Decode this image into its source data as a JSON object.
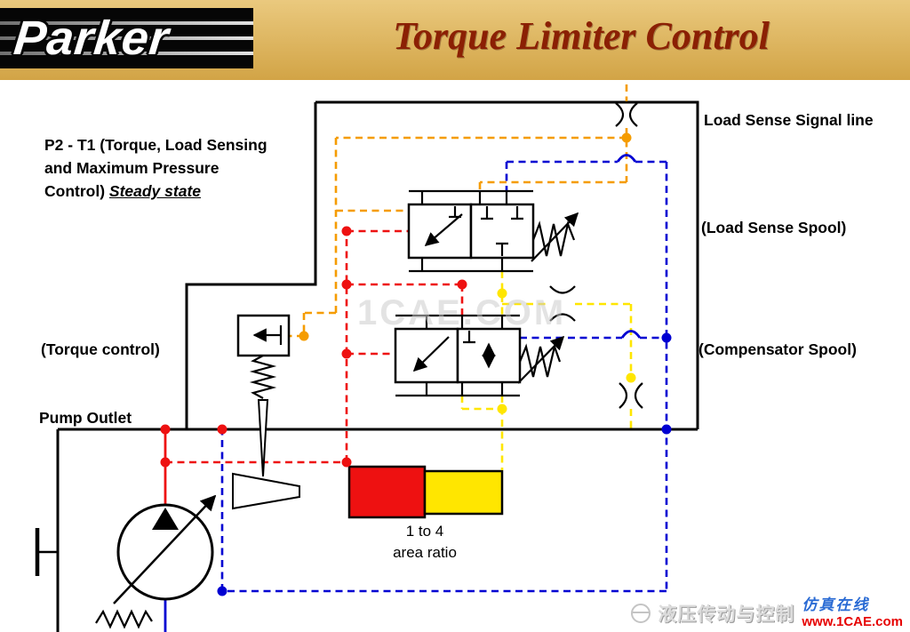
{
  "header": {
    "logo_text": "Parker",
    "title": "Torque Limiter Control"
  },
  "labels": {
    "description_line1": "P2 - T1 (Torque, Load Sensing",
    "description_line2": "and Maximum Pressure",
    "description_line3_prefix": "Control) ",
    "description_line3_emphasis": "Steady state",
    "load_sense_signal": "Load Sense Signal line",
    "load_sense_spool": "(Load Sense Spool)",
    "torque_control": "(Torque control)",
    "compensator_spool": "(Compensator Spool)",
    "pump_outlet": "Pump Outlet",
    "area_ratio_line1": "1 to 4",
    "area_ratio_line2": "area ratio"
  },
  "watermarks": {
    "center": "1CAE.COM",
    "footer_cn": "液压传动与控制",
    "footer_brand": "仿真在线",
    "footer_url": "www.1CAE.com"
  },
  "colors": {
    "header_bg_top": "#eac97e",
    "header_bg_bottom": "#d2a446",
    "title_color": "#8b2004",
    "signal_orange": "#f59c00",
    "pressure_red": "#ee1111",
    "flow_yellow": "#ffe600",
    "drain_blue": "#0000d2",
    "brand_blue": "#2a6bd4",
    "brand_red": "#e60000"
  },
  "diagram": {
    "type": "hydraulic-schematic",
    "components": [
      "variable-displacement-pump",
      "torque-control-piston",
      "load-sense-spool-valve",
      "compensator-spool-valve",
      "area-ratio-pistons",
      "load-sense-signal-line",
      "pump-outlet-line"
    ]
  }
}
